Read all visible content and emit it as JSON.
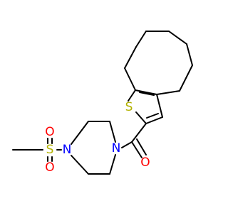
{
  "molecule": {
    "atoms": {
      "S_sulfonyl": "S",
      "O_sulfonyl_top": "O",
      "O_sulfonyl_bottom": "O",
      "N_piperazine_left": "N",
      "N_piperazine_right": "N",
      "O_carbonyl": "O",
      "S_thiophene": "S"
    },
    "colors": {
      "bond": "#000000",
      "oxygen": "#ff0000",
      "nitrogen": "#0000ff",
      "sulfur": "#b2b200"
    }
  }
}
